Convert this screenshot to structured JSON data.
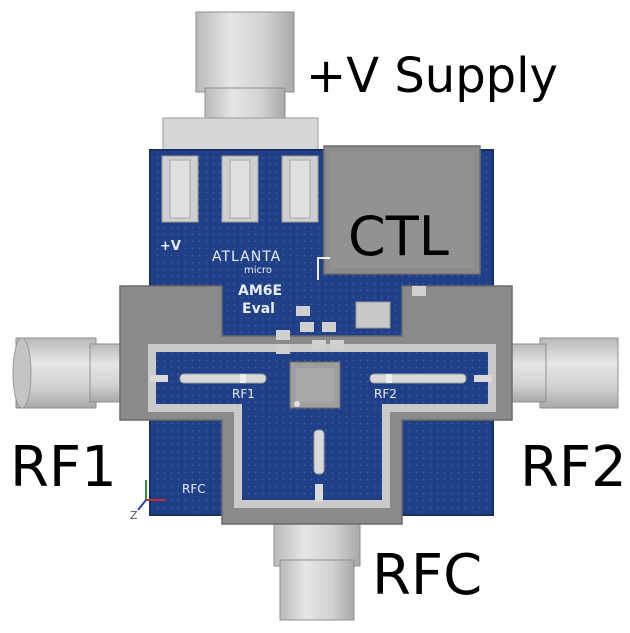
{
  "callouts": {
    "supply": "+V Supply",
    "ctl": "CTL",
    "rf1": "RF1",
    "rf2": "RF2",
    "rfc": "RFC"
  },
  "silkscreen": {
    "plus_v": "+V",
    "logo_top": "ATLANTA",
    "logo_bottom": "micro",
    "part_number": "AM6E",
    "part_suffix": "Eval",
    "rf1": "RF1",
    "rf2": "RF2",
    "rfc": "RFC"
  },
  "axes_triad": {
    "z": "Z"
  },
  "colors": {
    "pcb_blue": "#1f3f86",
    "pcb_edge": "#172f66",
    "ground_grey": "#8a8a8a",
    "connector_grey": "#cfcfcf",
    "trace_light": "#c9c9c9"
  }
}
